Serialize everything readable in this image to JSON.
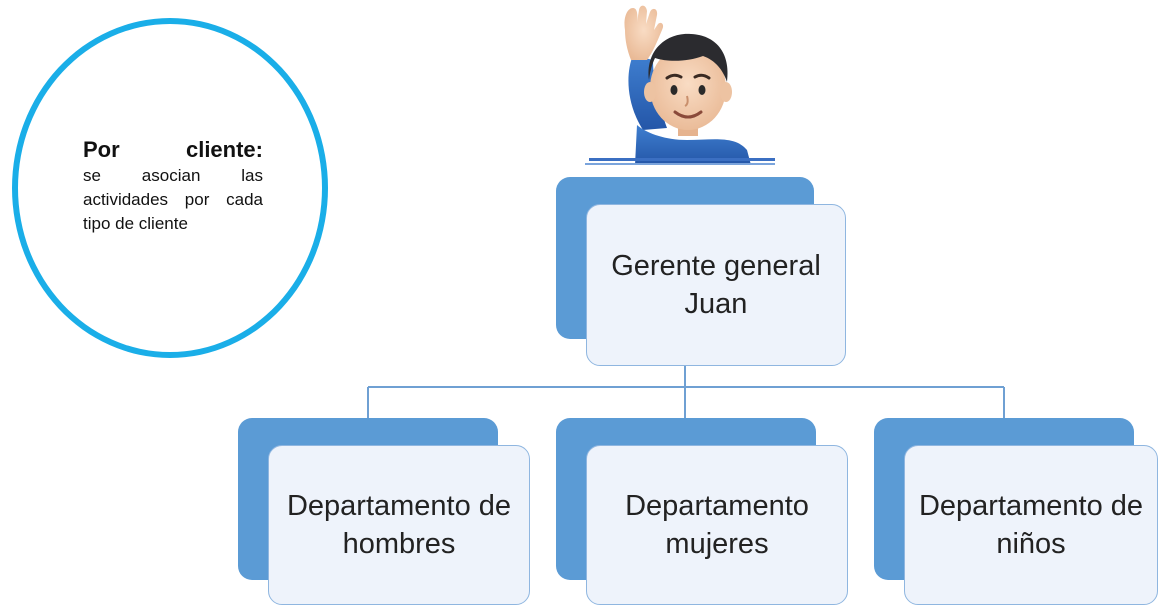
{
  "callout": {
    "title": "Por cliente:",
    "body": "se asocian las actividades por cada tipo de cliente"
  },
  "org_chart": {
    "root": {
      "label": "Gerente general Juan"
    },
    "children": [
      {
        "label": "Departamento de hombres"
      },
      {
        "label": "Departamento mujeres"
      },
      {
        "label": "Departamento de niños"
      }
    ]
  },
  "icons": {
    "person": "man-raising-hand-icon"
  },
  "colors": {
    "callout_border": "#1aaee8",
    "node_accent": "#5b9bd5",
    "node_fill": "#eef3fb",
    "connector": "#6fa0d3"
  }
}
